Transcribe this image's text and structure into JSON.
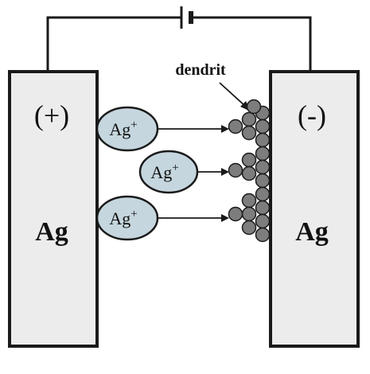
{
  "left_electrode": {
    "polarity": "(+)",
    "material": "Ag"
  },
  "right_electrode": {
    "polarity": "(-)",
    "material": "Ag"
  },
  "ions": [
    {
      "base": "Ag",
      "charge": "+"
    },
    {
      "base": "Ag",
      "charge": "+"
    },
    {
      "base": "Ag",
      "charge": "+"
    }
  ],
  "dendrite_label": "dendrit",
  "colors": {
    "electrode_fill": "#ececec",
    "electrode_stroke": "#1a1a1a",
    "ion_fill": "#c5d6de",
    "dendrite_fill": "#7d7d7d",
    "wire": "#1a1a1a"
  }
}
